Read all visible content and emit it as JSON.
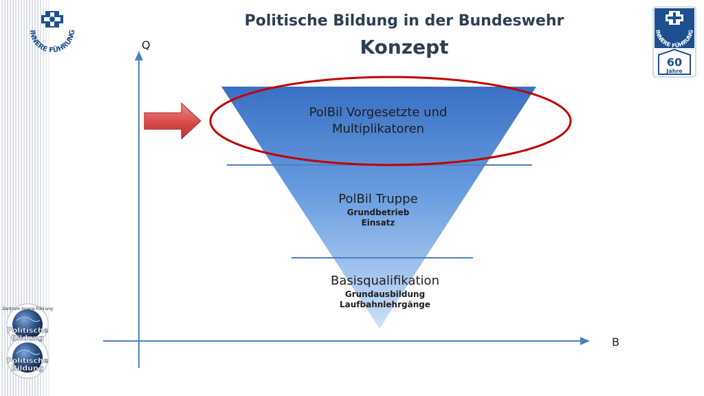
{
  "header": {
    "title": "Politische Bildung in der Bundeswehr",
    "subtitle": "Konzept"
  },
  "logos": {
    "top_left_text": "INNERE FÜHRUNG",
    "top_right_text": "INNERE FÜHRUNG",
    "anniversary_number": "60",
    "anniversary_word": "Jahre",
    "globe_ring_text": "Zentrum Innere Führung",
    "globe_title_line1": "Politische",
    "globe_title_line2": "Bildung"
  },
  "axes": {
    "y_label": "Q",
    "x_label": "B"
  },
  "levels": [
    {
      "title_line1": "PolBil Vorgesetzte und",
      "title_line2": "Multiplikatoren",
      "details": []
    },
    {
      "title_line1": "PolBil Truppe",
      "title_line2": "",
      "details": [
        "Grundbetrieb",
        "Einsatz"
      ]
    },
    {
      "title_line1": "Basisqualifikation",
      "title_line2": "",
      "details": [
        "Grundausbildung",
        "Laufbahnlehrgänge"
      ]
    }
  ],
  "colors": {
    "title": "#2e3f54",
    "axis": "#4f7fc0",
    "funnel_top": "#3a70c4",
    "funnel_bottom": "#cde0f7",
    "highlight_ellipse": "#c00000",
    "arrow": "#d94a4a",
    "emblem_blue": "#1e4f8f"
  },
  "icons": [
    "pointer-arrow-icon",
    "cross-emblem-icon",
    "globe-icon"
  ]
}
